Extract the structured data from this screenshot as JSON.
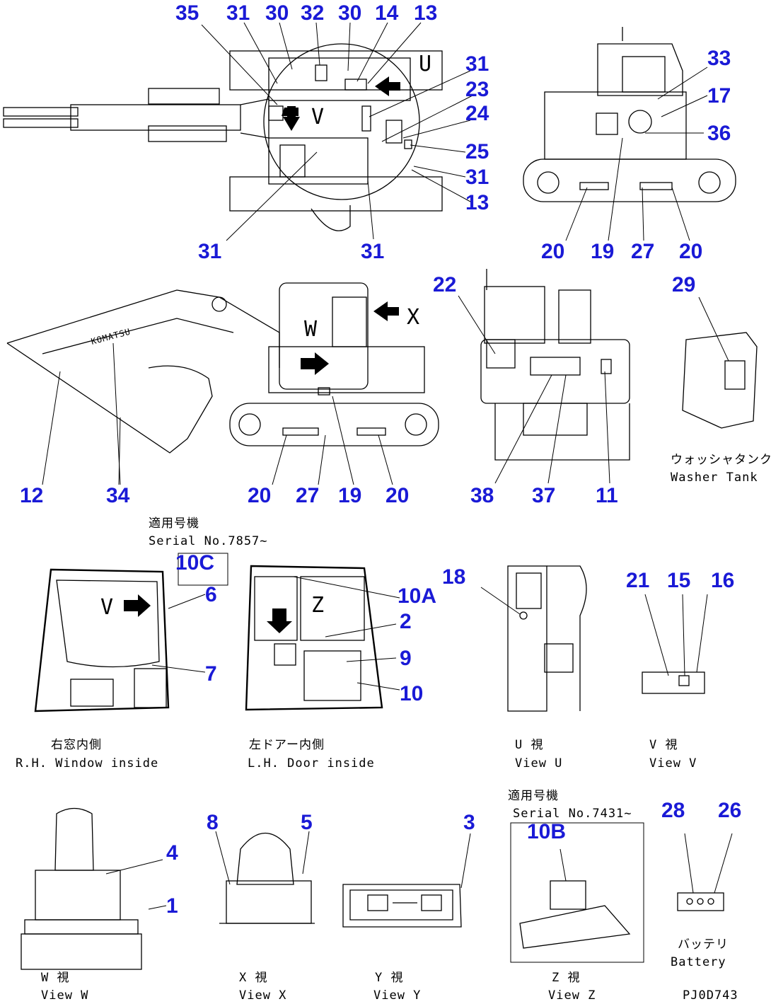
{
  "callouts": {
    "top_plan": [
      "35",
      "31",
      "30",
      "32",
      "30",
      "14",
      "13",
      "31",
      "23",
      "24",
      "25",
      "31",
      "13",
      "31",
      "31"
    ],
    "top_side": [
      "33",
      "17",
      "36",
      "20",
      "19",
      "27",
      "20"
    ],
    "mid_side": [
      "12",
      "34",
      "20",
      "27",
      "19",
      "20"
    ],
    "rear": [
      "22",
      "38",
      "37",
      "11"
    ],
    "washer": [
      "29"
    ],
    "cab_window": [
      "10C",
      "6",
      "7"
    ],
    "cab_door": [
      "10A",
      "2",
      "9",
      "10"
    ],
    "view_u": [
      "18"
    ],
    "view_v": [
      "21",
      "15",
      "16"
    ],
    "seat_w": [
      "4",
      "1"
    ],
    "seat_x": [
      "8",
      "5"
    ],
    "view_y": [
      "3"
    ],
    "view_z": [
      "10B"
    ],
    "battery": [
      "28",
      "26"
    ]
  },
  "captions": {
    "washer_jp": "ウォッシャタンク",
    "washer_en": "Washer Tank",
    "serial_c_jp": "適用号機",
    "serial_c_en": "Serial No.7857~",
    "window_jp": "右窓内側",
    "window_en": "R.H. Window inside",
    "door_jp": "左ドアー内側",
    "door_en": "L.H. Door inside",
    "view_u_jp": "U 視",
    "view_u_en": "View U",
    "view_v_jp": "V 視",
    "view_v_en": "View V",
    "serial_b_jp": "適用号機",
    "serial_b_en": "Serial No.7431~",
    "view_w_jp": "W 視",
    "view_w_en": "View W",
    "view_x_jp": "X 視",
    "view_x_en": "View X",
    "view_y_jp": "Y 視",
    "view_y_en": "View Y",
    "view_z_jp": "Z 視",
    "view_z_en": "View Z",
    "battery_jp": "バッテリ",
    "battery_en": "Battery",
    "drawing_code": "PJ0D743"
  },
  "view_letters": {
    "plan_v": "V",
    "plan_u": "U",
    "side_w": "W",
    "side_x": "X",
    "window_v": "V",
    "door_z": "Z"
  },
  "brand": "KOMATSU",
  "colors": {
    "callout": "#1a1ad6",
    "line": "#000000"
  }
}
